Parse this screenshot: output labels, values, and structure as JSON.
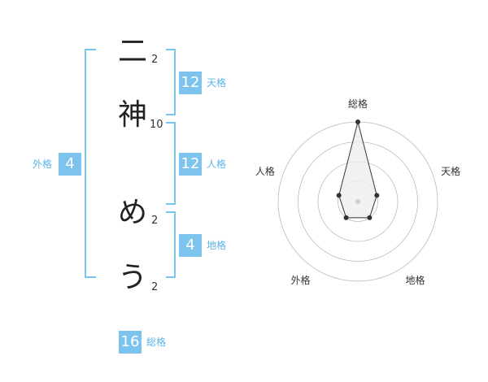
{
  "name_chars": [
    {
      "char": "二",
      "strokes": "2"
    },
    {
      "char": "神",
      "strokes": "10"
    },
    {
      "char": "め",
      "strokes": "2"
    },
    {
      "char": "う",
      "strokes": "2"
    }
  ],
  "kaku": {
    "tenkaku": {
      "value": "12",
      "label": "天格"
    },
    "jinkaku": {
      "value": "12",
      "label": "人格"
    },
    "chikaku": {
      "value": "4",
      "label": "地格"
    },
    "gaikaku": {
      "value": "4",
      "label": "外格"
    },
    "soukaku": {
      "value": "16",
      "label": "総格"
    }
  },
  "colors": {
    "accent": "#7cc3ee",
    "accent_text": "#5bb3e6",
    "grid": "#bbbbbb",
    "polygon_fill": "#eeeeee",
    "point": "#333333"
  },
  "chart_data": {
    "type": "radar",
    "axes": [
      "総格",
      "天格",
      "地格",
      "外格",
      "人格"
    ],
    "values": [
      4,
      1,
      1,
      1,
      1
    ],
    "max": 4,
    "rings": 4
  }
}
